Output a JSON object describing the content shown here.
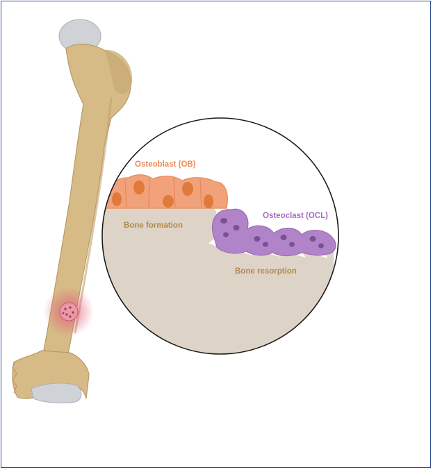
{
  "labels": {
    "osteoblast": "Osteoblast (OB)",
    "osteoclast": "Osteoclast (OCL)",
    "bone_formation": "Bone formation",
    "bone_resorption": "Bone resorption"
  },
  "colors": {
    "frame": "#2c4a8f",
    "bone": "#d7bb86",
    "bone_shade": "#c2a26c",
    "cartilage": "#cfd3d8",
    "osteoblast": "#f2a27a",
    "osteoblast_nucleus": "#e07a3c",
    "osteoclast": "#b184c9",
    "osteoclast_nucleus": "#7a4f94",
    "matrix": "#ddd4c7",
    "lesion": "#e0607a",
    "label_osteoblast": "#f08a55",
    "label_osteoclast": "#a56bc4",
    "label_bone": "#b08a4e"
  },
  "icons": [
    "femur-illustration",
    "lesion-marker",
    "magnified-bone-circle"
  ]
}
